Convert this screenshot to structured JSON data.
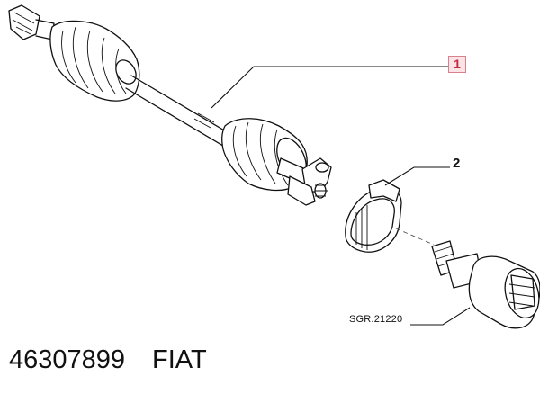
{
  "callouts": {
    "item_1": "1",
    "item_2": "2"
  },
  "part_code": "SGR.21220",
  "footer": {
    "part_number": "46307899",
    "brand": "FIAT"
  },
  "colors": {
    "callout_1_border": "#d9808e",
    "callout_1_fill": "#fbe3e6",
    "callout_1_text": "#c22a44",
    "line_art": "#111111"
  }
}
